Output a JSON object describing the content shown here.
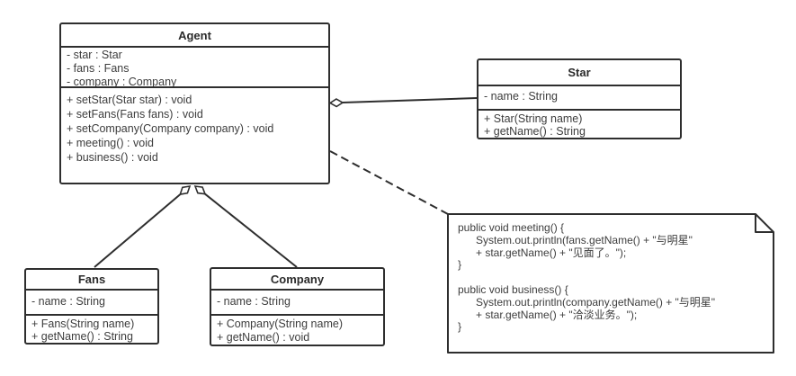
{
  "classes": {
    "agent": {
      "name": "Agent",
      "attributes": [
        "- star : Star",
        "- fans : Fans",
        "- company : Company"
      ],
      "methods": [
        "+ setStar(Star star) : void",
        "+ setFans(Fans fans) : void",
        "+ setCompany(Company company) : void",
        "+ meeting() : void",
        "+ business() : void"
      ]
    },
    "star": {
      "name": "Star",
      "attributes": [
        "- name : String"
      ],
      "methods": [
        "+ Star(String name)",
        "+ getName() : String"
      ]
    },
    "fans": {
      "name": "Fans",
      "attributes": [
        "- name : String"
      ],
      "methods": [
        "+ Fans(String name)",
        "+ getName() : String"
      ]
    },
    "company": {
      "name": "Company",
      "attributes": [
        "- name : String"
      ],
      "methods": [
        "+ Company(String name)",
        "+ getName() : void"
      ]
    }
  },
  "note": {
    "code": "public void meeting() {\n      System.out.println(fans.getName() + \"与明星\"\n      + star.getName() + \"见面了。\");\n}\n\npublic void business() {\n      System.out.println(company.getName() + \"与明星\"\n      + star.getName() + \"洽淡业务。\");\n}"
  },
  "relationships": [
    {
      "from": "Agent",
      "to": "Star",
      "type": "aggregation"
    },
    {
      "from": "Agent",
      "to": "Fans",
      "type": "aggregation"
    },
    {
      "from": "Agent",
      "to": "Company",
      "type": "aggregation"
    },
    {
      "from": "Agent",
      "to": "code-note",
      "type": "dashed-link"
    }
  ],
  "colors": {
    "stroke": "#2e2e2e",
    "text": "#3d3d3d",
    "background": "#ffffff"
  }
}
